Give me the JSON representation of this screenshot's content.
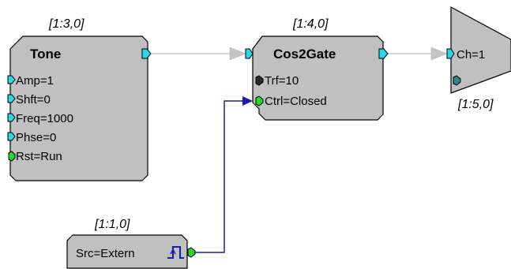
{
  "colors": {
    "block_fill": "#c0c0c0",
    "block_stroke": "#000000",
    "port_cyan": "#29d9e6",
    "port_green": "#22dd22",
    "port_dark": "#2b2b2b",
    "port_teal": "#2c8a8a",
    "wire_gray": "#c8c8c8",
    "wire_blue": "#1a1aa8"
  },
  "blocks": {
    "tone": {
      "id": "[1:3,0]",
      "title": "Tone",
      "ports": [
        "Amp=1",
        "Shft=0",
        "Freq=1000",
        "Phse=0",
        "Rst=Run"
      ]
    },
    "cos2gate": {
      "id": "[1:4,0]",
      "title": "Cos2Gate",
      "ports": [
        "Trf=10",
        "Ctrl=Closed"
      ]
    },
    "dac": {
      "id": "[1:5,0]",
      "label": "Ch=1"
    },
    "src": {
      "id": "[1:1,0]",
      "label": "Src=Extern",
      "icon": "pulse-icon"
    }
  }
}
